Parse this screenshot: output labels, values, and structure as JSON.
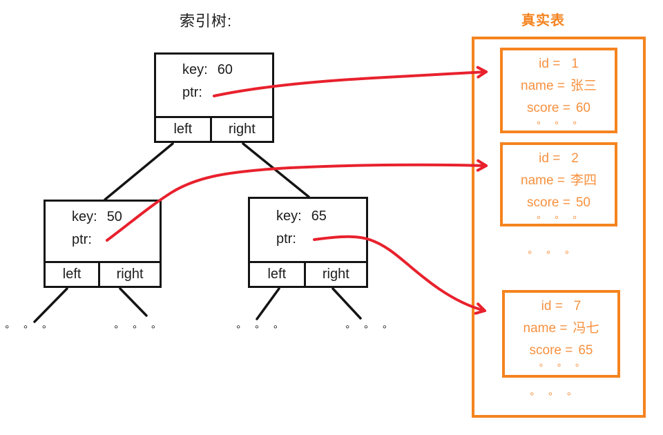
{
  "titles": {
    "tree_title": "索引树:",
    "table_title": "真实表"
  },
  "colors": {
    "orange_border": "#f5831f",
    "orange_text": "#f7913f",
    "arrow_red": "#e8212d",
    "line_black": "#141414"
  },
  "tree": {
    "ellipsis": "° ° °",
    "nodes": [
      {
        "key_label": "key:",
        "key_value": "60",
        "ptr_label": "ptr:",
        "left_label": "left",
        "right_label": "right"
      },
      {
        "key_label": "key:",
        "key_value": "50",
        "ptr_label": "ptr:",
        "left_label": "left",
        "right_label": "right"
      },
      {
        "key_label": "key:",
        "key_value": "65",
        "ptr_label": "ptr:",
        "left_label": "left",
        "right_label": "right"
      }
    ]
  },
  "table": {
    "gap_ellipsis": "° ° °",
    "bottom_ellipsis": "° ° °",
    "records": [
      {
        "id_label": "id =",
        "id_value": "1",
        "name_label": "name =",
        "name_value": "张三",
        "score_label": "score =",
        "score_value": "60",
        "ellipsis": "° ° °"
      },
      {
        "id_label": "id =",
        "id_value": "2",
        "name_label": "name =",
        "name_value": "李四",
        "score_label": "score =",
        "score_value": "50",
        "ellipsis": "° ° °"
      },
      {
        "id_label": "id =",
        "id_value": "7",
        "name_label": "name =",
        "name_value": "冯七",
        "score_label": "score =",
        "score_value": "65",
        "ellipsis": "° ° °"
      }
    ]
  }
}
